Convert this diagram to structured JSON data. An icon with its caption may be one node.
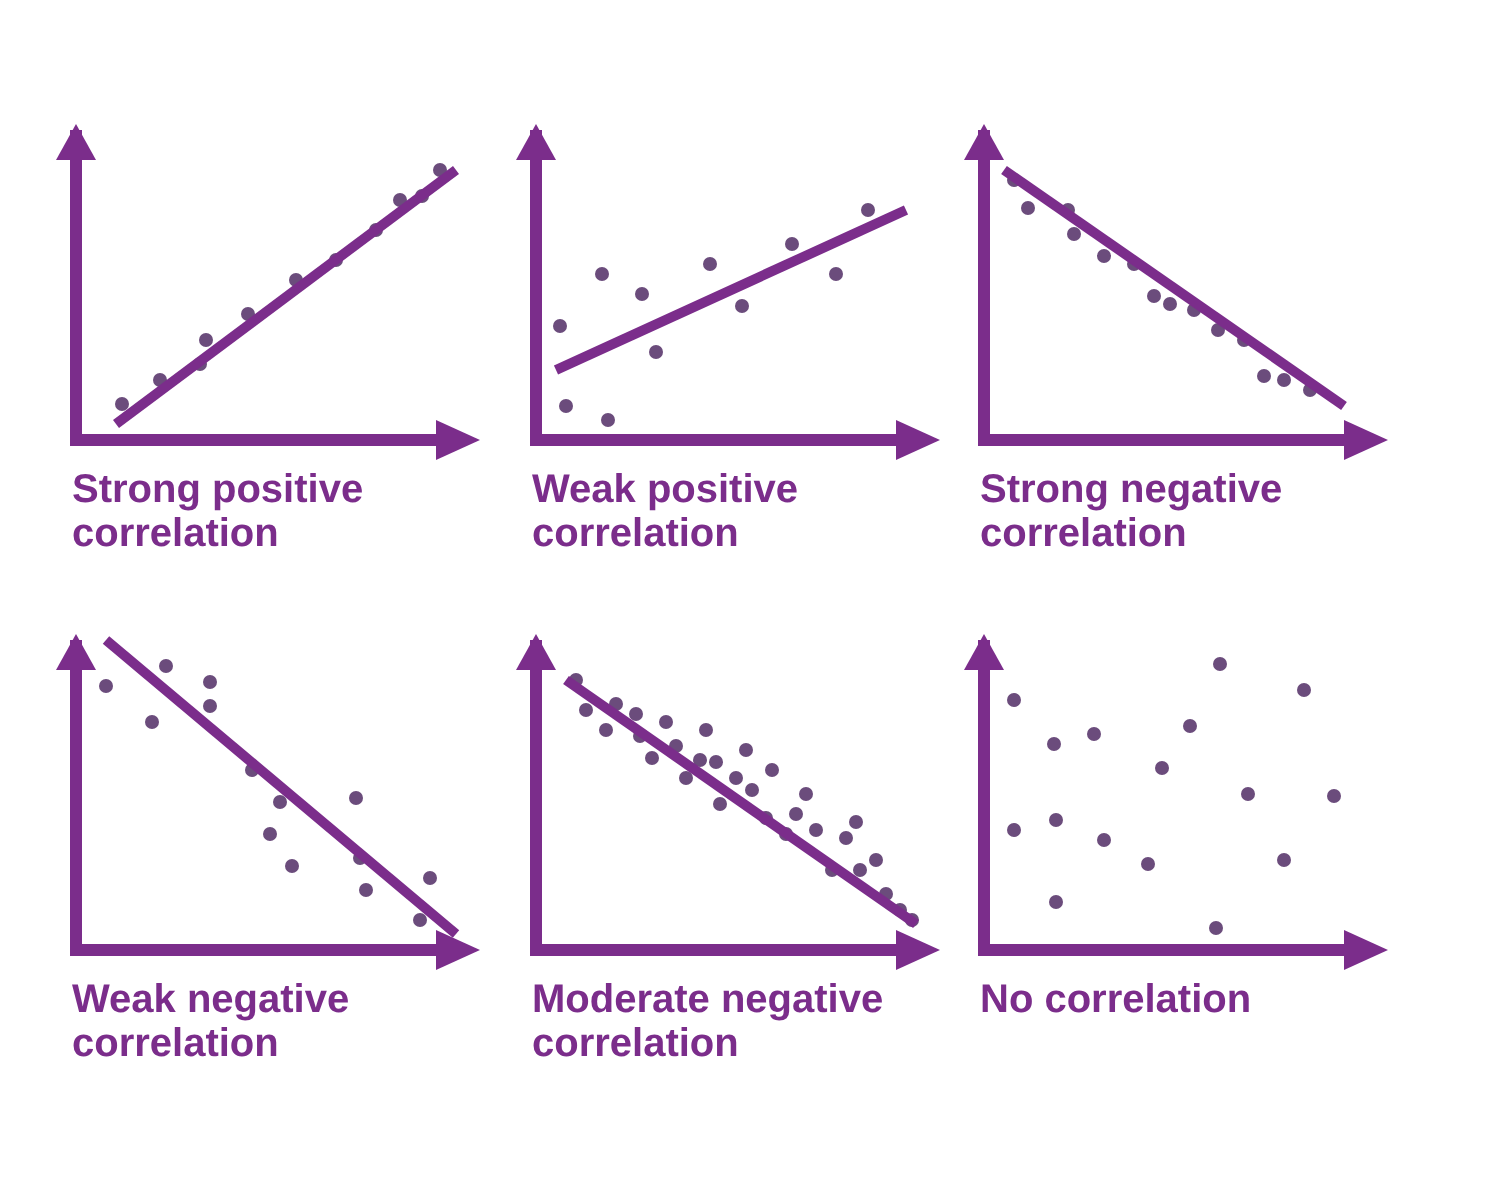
{
  "diagram": {
    "labels": [
      "Strong positive correlation",
      "Weak positive correlation",
      "Strong negative correlation",
      "Weak negative correlation",
      "Moderate negative correlation",
      "No correlation"
    ]
  }
}
